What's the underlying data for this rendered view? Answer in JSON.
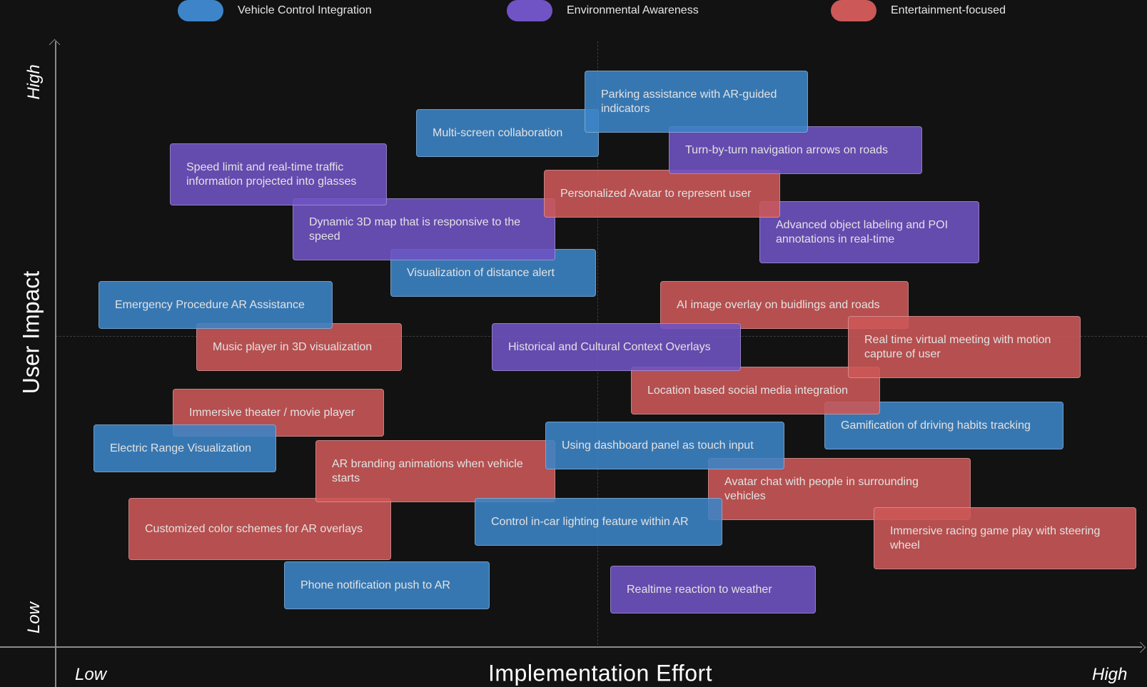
{
  "legend": [
    {
      "label": "Vehicle Control Integration",
      "color": "#3d85c8",
      "icon": "blue-pill-swatch"
    },
    {
      "label": "Environmental Awareness",
      "color": "#7053c4",
      "icon": "purple-pill-swatch"
    },
    {
      "label": "Entertainment-focused",
      "color": "#cd5858",
      "icon": "red-pill-swatch"
    }
  ],
  "axes": {
    "y_title": "User Impact",
    "y_high": "High",
    "y_low": "Low",
    "x_title": "Implementation Effort",
    "x_low": "Low",
    "x_high": "High"
  },
  "items": [
    {
      "text": "Parking assistance with AR-guided indicators",
      "category": "Vehicle Control Integration"
    },
    {
      "text": "Multi-screen collaboration",
      "category": "Vehicle Control Integration"
    },
    {
      "text": "Turn-by-turn navigation arrows on roads",
      "category": "Environmental Awareness"
    },
    {
      "text": "Speed limit and real-time traffic information projected into glasses",
      "category": "Environmental Awareness"
    },
    {
      "text": "Personalized Avatar to represent user",
      "category": "Entertainment-focused"
    },
    {
      "text": "Dynamic 3D map that is responsive to the speed",
      "category": "Environmental Awareness"
    },
    {
      "text": "Advanced object labeling and POI annotations in real-time",
      "category": "Environmental Awareness"
    },
    {
      "text": "Visualization of distance alert",
      "category": "Vehicle Control Integration"
    },
    {
      "text": "Emergency Procedure AR Assistance",
      "category": "Vehicle Control Integration"
    },
    {
      "text": "AI image overlay on buidlings and roads",
      "category": "Entertainment-focused"
    },
    {
      "text": "Music player in 3D visualization",
      "category": "Entertainment-focused"
    },
    {
      "text": "Historical and Cultural Context Overlays",
      "category": "Environmental Awareness"
    },
    {
      "text": "Real time virtual meeting with motion capture of user",
      "category": "Entertainment-focused"
    },
    {
      "text": "Location based social media integration",
      "category": "Entertainment-focused"
    },
    {
      "text": "Immersive theater / movie player",
      "category": "Entertainment-focused"
    },
    {
      "text": "Gamification of driving habits tracking",
      "category": "Vehicle Control Integration"
    },
    {
      "text": "Electric Range Visualization",
      "category": "Vehicle Control Integration"
    },
    {
      "text": "Using dashboard panel as touch input",
      "category": "Vehicle Control Integration"
    },
    {
      "text": "AR branding animations when vehicle starts",
      "category": "Entertainment-focused"
    },
    {
      "text": "Avatar chat with people in surrounding vehicles",
      "category": "Entertainment-focused"
    },
    {
      "text": "Customized color schemes for AR overlays",
      "category": "Entertainment-focused"
    },
    {
      "text": "Control in-car lighting feature within AR",
      "category": "Vehicle Control Integration"
    },
    {
      "text": "Immersive racing game play with steering wheel",
      "category": "Entertainment-focused"
    },
    {
      "text": "Phone notification push to AR",
      "category": "Vehicle Control Integration"
    },
    {
      "text": "Realtime reaction to weather",
      "category": "Environmental Awareness"
    }
  ]
}
